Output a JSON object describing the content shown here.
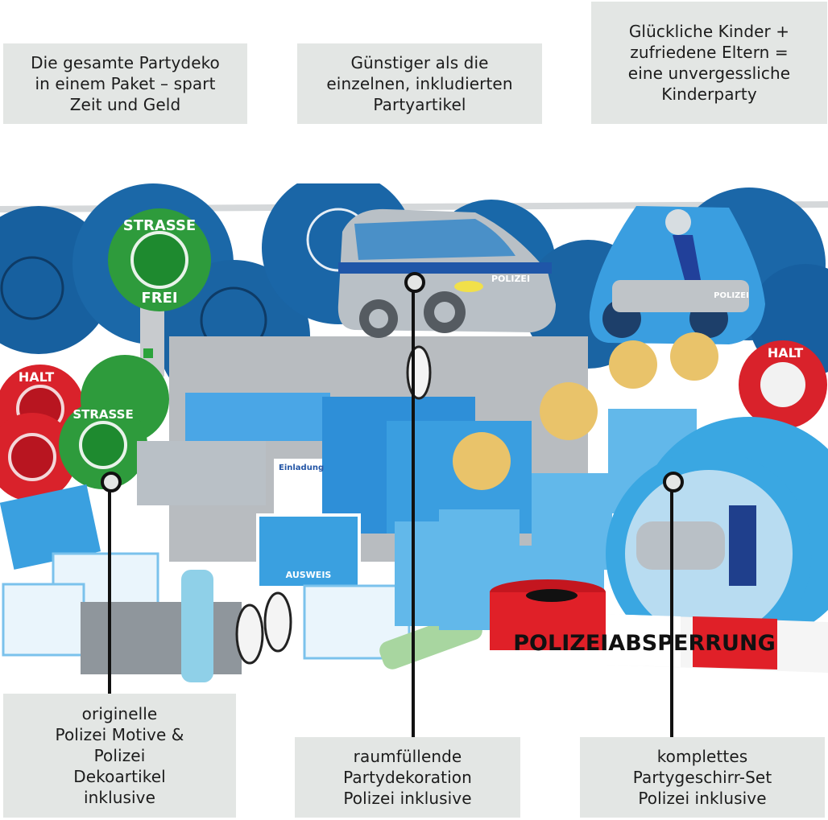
{
  "top_features": [
    {
      "text": "Die gesamte Partydeko\nin einem Paket – spart\nZeit und Geld"
    },
    {
      "text": "Günstiger als die\neinzelnen, inkludierten\nPartyartikel"
    },
    {
      "text": "Glückliche Kinder +\nzufriedene Eltern =\neine unvergessliche\nKinderparty"
    }
  ],
  "bottom_features": [
    {
      "text": "originelle\nPolizei Motive &\nPolizei\nDekoartikel\ninklusive"
    },
    {
      "text": "raumfüllende\nPartydekoration\nPolizei inklusive"
    },
    {
      "text": "komplettes\nPartygeschirr-Set\nPolizei inklusive"
    }
  ],
  "product_image": {
    "labels": {
      "strasse": "STRASSE",
      "frei": "FREI",
      "halt": "HALT",
      "polizei": "POLIZEI",
      "ausweis": "AUSWEIS",
      "einladung": "Einladung",
      "tape": "POLIZEIABSPERRUNG"
    }
  },
  "colors": {
    "box_bg": "#e3e6e4",
    "balloon_blue": "#1565a8",
    "sky_blue": "#3f9ad8",
    "green": "#2e9b3c",
    "red": "#d9222b"
  }
}
